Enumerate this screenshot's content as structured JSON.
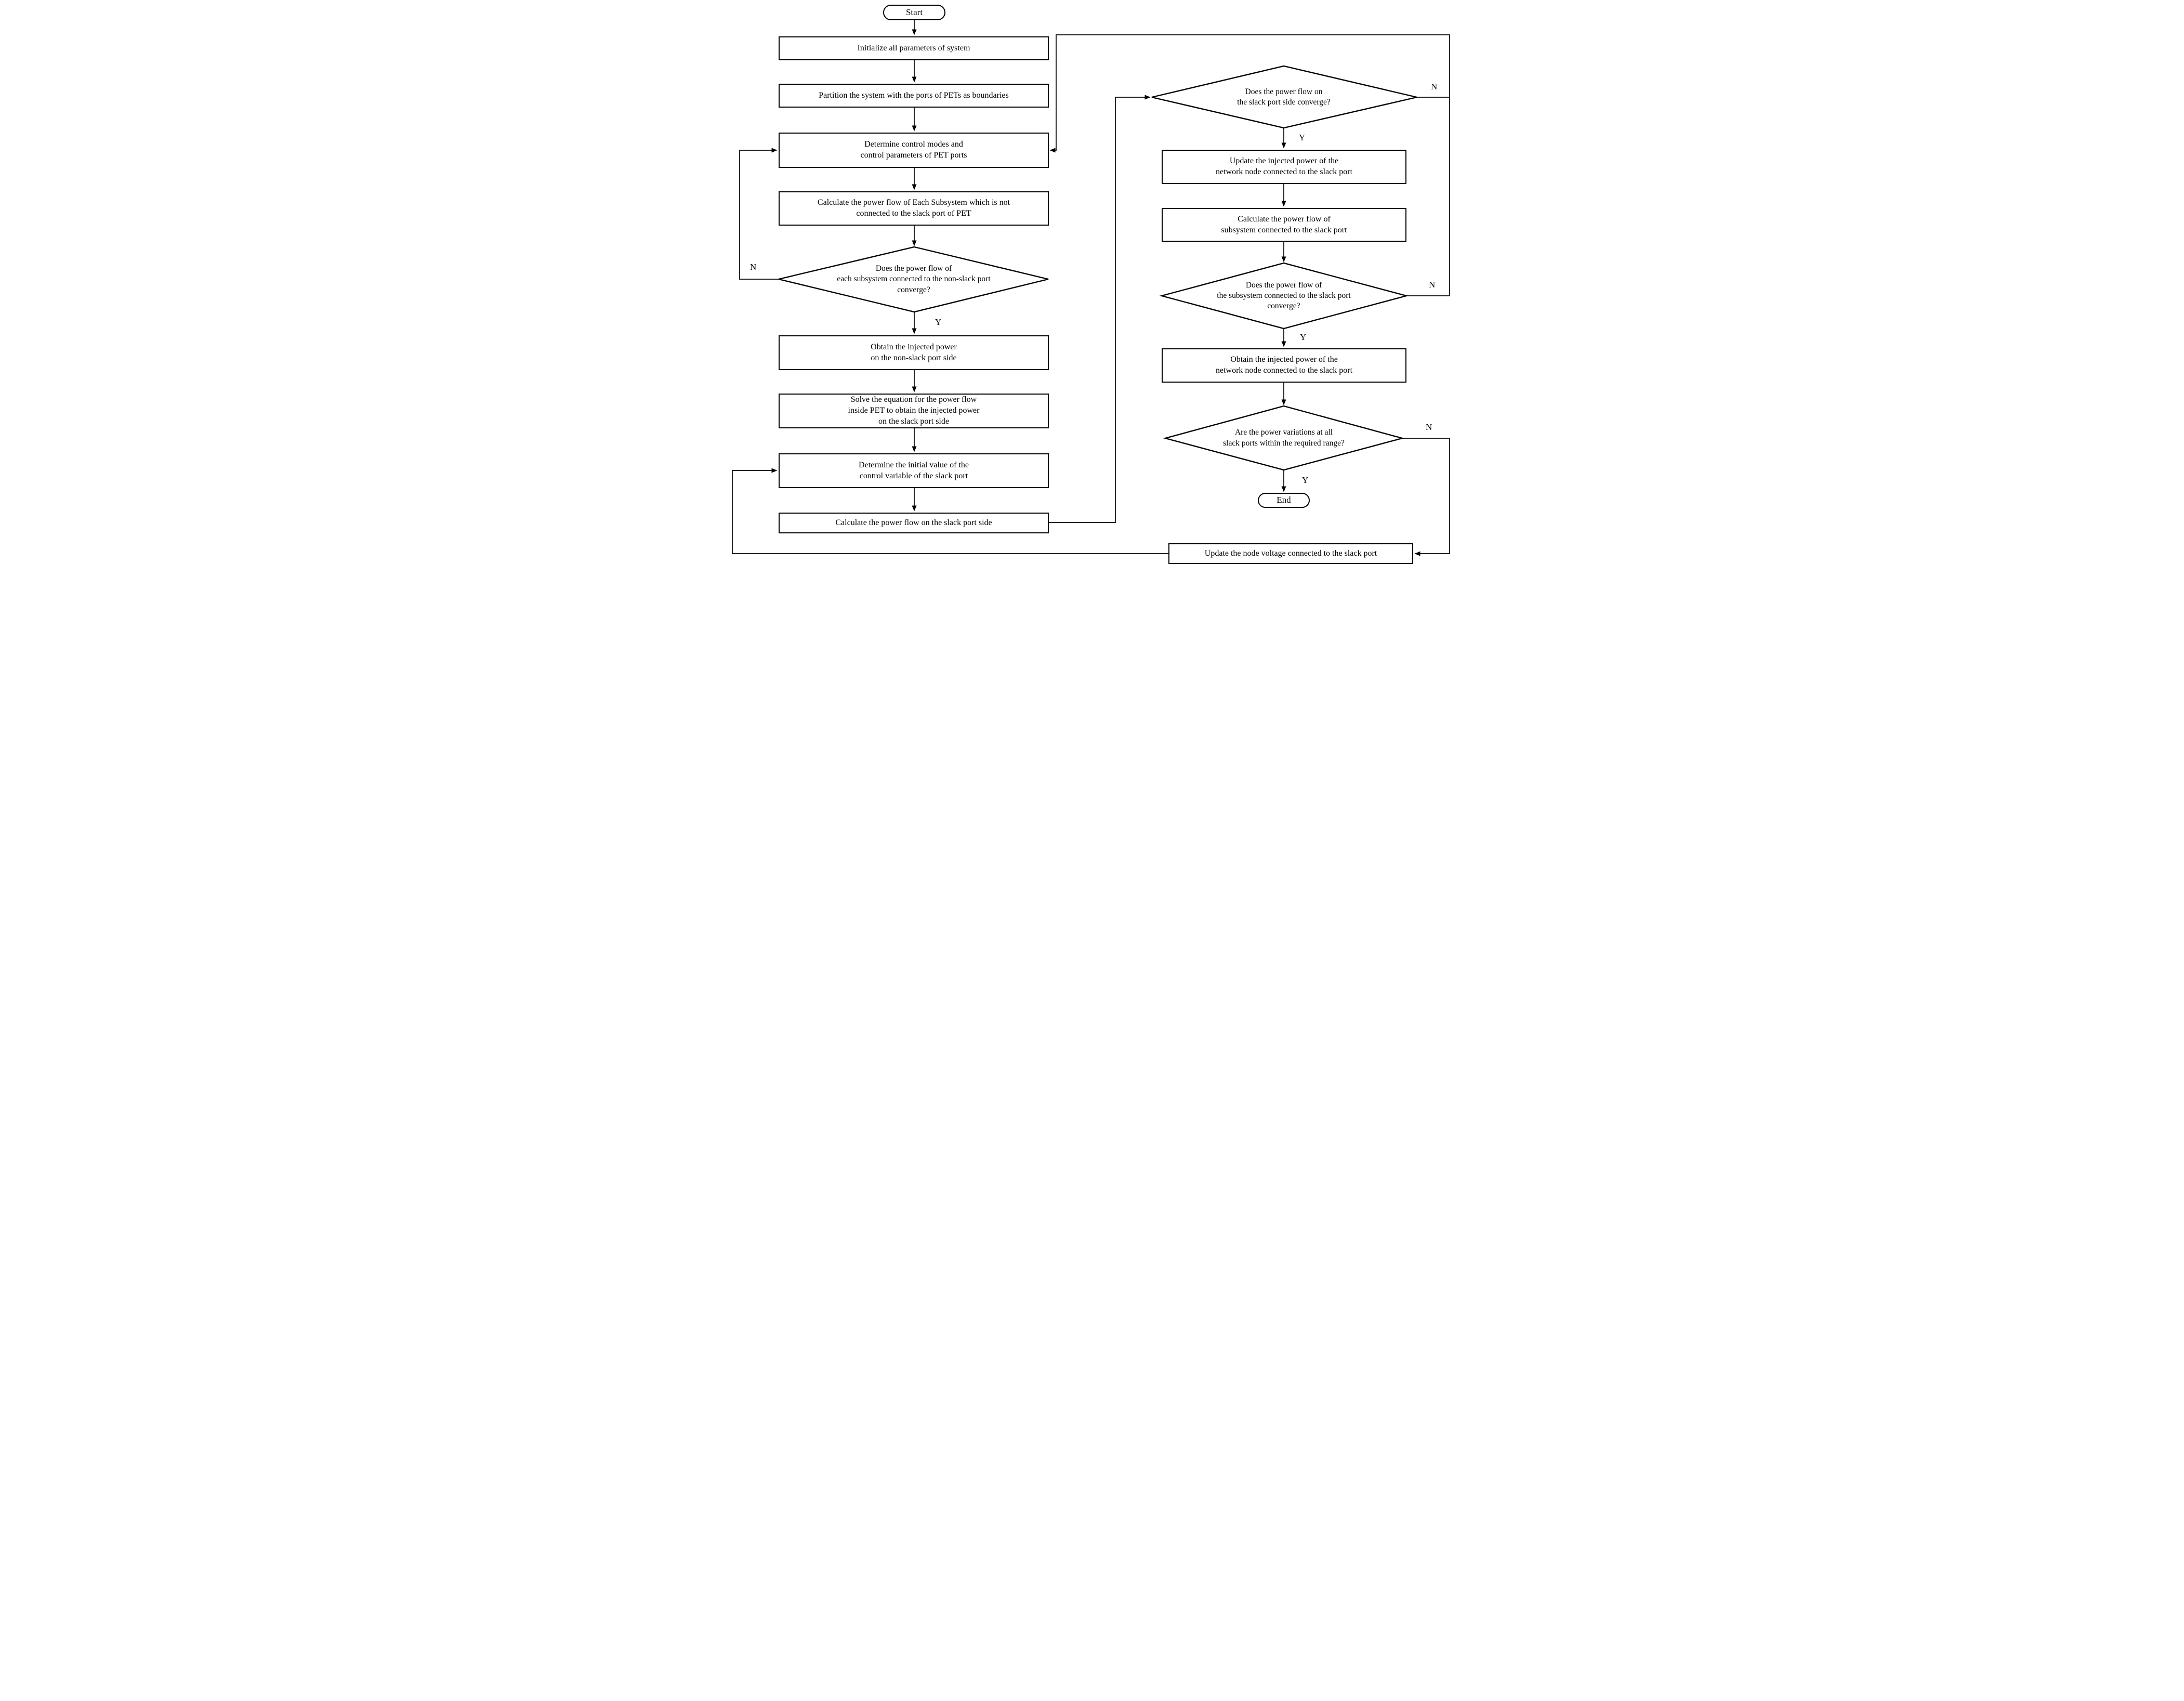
{
  "diagram": {
    "type": "flowchart",
    "colors": {
      "line": "#000000",
      "background": "#ffffff",
      "text": "#000000"
    },
    "labels": {
      "yes": "Y",
      "no": "N"
    },
    "nodes": {
      "start": {
        "label": "Start"
      },
      "initialize": {
        "label": "Initialize all parameters of system"
      },
      "partition": {
        "label": "Partition the system with the ports of PETs as boundaries"
      },
      "control_modes": {
        "lines": [
          "Determine control modes and",
          "control parameters of  PET ports"
        ]
      },
      "calc_nonslack": {
        "lines": [
          "Calculate the power flow of Each Subsystem which is not",
          "connected to the slack port of PET"
        ]
      },
      "dec_nonslack": {
        "lines": [
          "Does the power flow of",
          "each subsystem connected to the non-slack port",
          "converge?"
        ]
      },
      "obtain_nonslack": {
        "lines": [
          "Obtain the injected power",
          "on the non-slack port side"
        ]
      },
      "solve_equation": {
        "lines": [
          "Solve the equation for the power flow",
          "inside  PET to obtain the injected power",
          "on the slack port side"
        ]
      },
      "initial_value": {
        "lines": [
          "Determine the initial value of the",
          "control variable of the slack port"
        ]
      },
      "calc_slack_side": {
        "label": "Calculate the power flow on the slack port side"
      },
      "dec_slack_side": {
        "lines": [
          "Does the power flow on",
          "the slack port side converge?"
        ]
      },
      "update_injected": {
        "lines": [
          "Update the injected power of the",
          "network node connected to the slack port"
        ]
      },
      "calc_slack_subsystem": {
        "lines": [
          "Calculate the power flow of",
          "subsystem connected to the slack port"
        ]
      },
      "dec_slack_subsystem": {
        "lines": [
          "Does the power flow of",
          "the subsystem connected to the slack port",
          "converge?"
        ]
      },
      "obtain_slack": {
        "lines": [
          "Obtain the injected power of the",
          "network node connected to the slack port"
        ]
      },
      "dec_variations": {
        "lines": [
          "Are the power variations at all",
          "slack ports within the required range?"
        ]
      },
      "end": {
        "label": "End"
      },
      "update_voltage": {
        "label": "Update the node voltage connected to the slack port"
      }
    },
    "edges": [
      {
        "from": "start",
        "to": "initialize"
      },
      {
        "from": "initialize",
        "to": "partition"
      },
      {
        "from": "partition",
        "to": "control_modes"
      },
      {
        "from": "control_modes",
        "to": "calc_nonslack"
      },
      {
        "from": "calc_nonslack",
        "to": "dec_nonslack"
      },
      {
        "from": "dec_nonslack",
        "to": "control_modes",
        "label": "N"
      },
      {
        "from": "dec_nonslack",
        "to": "obtain_nonslack",
        "label": "Y"
      },
      {
        "from": "obtain_nonslack",
        "to": "solve_equation"
      },
      {
        "from": "solve_equation",
        "to": "initial_value"
      },
      {
        "from": "initial_value",
        "to": "calc_slack_side"
      },
      {
        "from": "calc_slack_side",
        "to": "dec_slack_side"
      },
      {
        "from": "dec_slack_side",
        "to": "control_modes",
        "label": "N"
      },
      {
        "from": "dec_slack_side",
        "to": "update_injected",
        "label": "Y"
      },
      {
        "from": "update_injected",
        "to": "calc_slack_subsystem"
      },
      {
        "from": "calc_slack_subsystem",
        "to": "dec_slack_subsystem"
      },
      {
        "from": "dec_slack_subsystem",
        "to": "control_modes",
        "label": "N"
      },
      {
        "from": "dec_slack_subsystem",
        "to": "obtain_slack",
        "label": "Y"
      },
      {
        "from": "obtain_slack",
        "to": "dec_variations"
      },
      {
        "from": "dec_variations",
        "to": "update_voltage",
        "label": "N"
      },
      {
        "from": "dec_variations",
        "to": "end",
        "label": "Y"
      },
      {
        "from": "update_voltage",
        "to": "initial_value"
      }
    ]
  }
}
